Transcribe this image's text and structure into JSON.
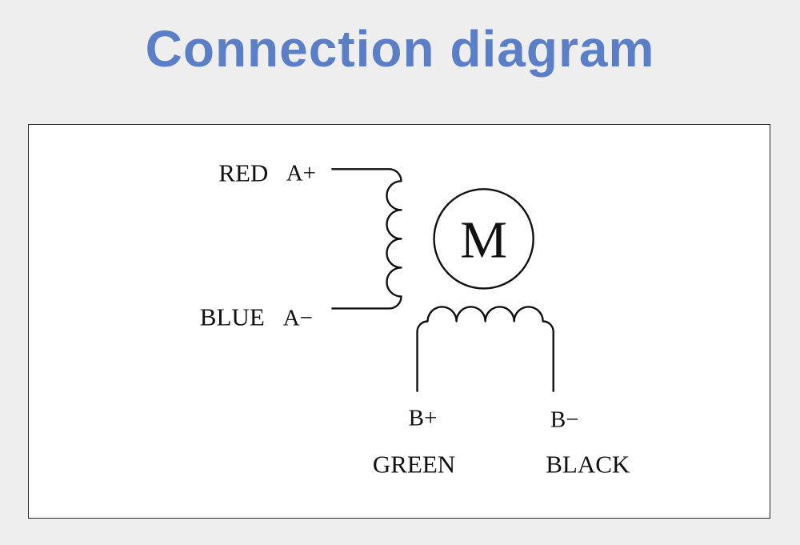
{
  "page": {
    "title": "Connection diagram",
    "title_color": "#5b7fc7",
    "background_color": "#efeeee"
  },
  "diagram": {
    "motor_symbol": "M",
    "phase_a": {
      "positive_terminal": "A+",
      "positive_wire_color": "RED",
      "negative_terminal": "A−",
      "negative_wire_color": "BLUE"
    },
    "phase_b": {
      "positive_terminal": "B+",
      "positive_wire_color": "GREEN",
      "negative_terminal": "B−",
      "negative_wire_color": "BLACK"
    }
  }
}
